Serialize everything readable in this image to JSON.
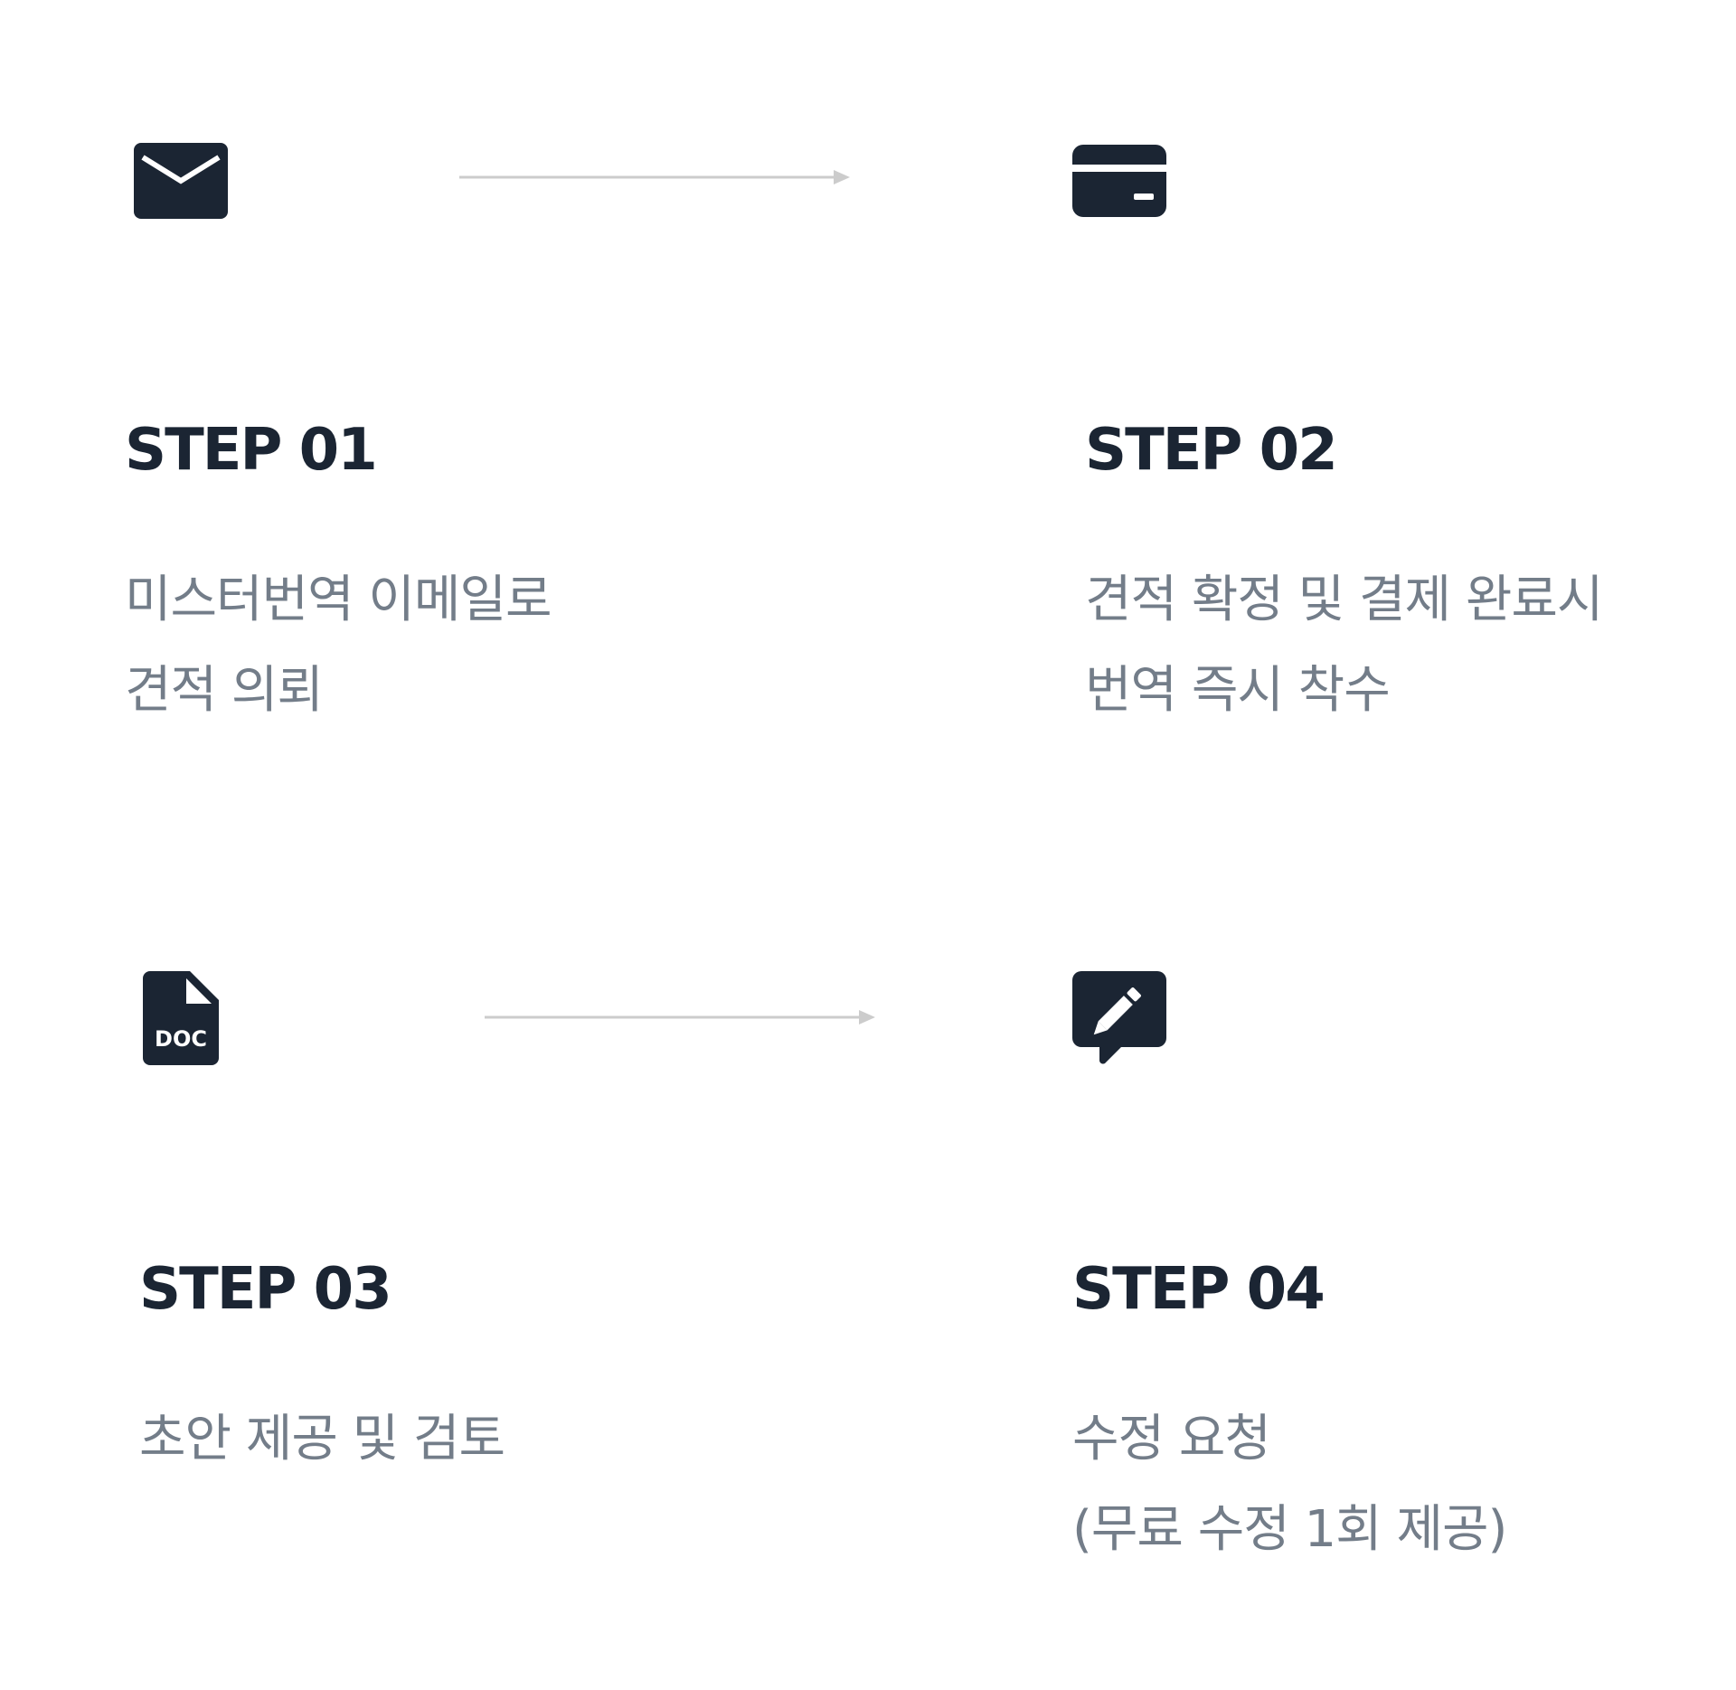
{
  "colors": {
    "icon": "#1b2533",
    "title": "#1b2533",
    "description": "#737d89",
    "arrow": "#cccccc",
    "background": "#ffffff"
  },
  "steps": [
    {
      "icon": "envelope-icon",
      "title": "STEP 01",
      "lines": [
        "미스터번역 이메일로",
        "견적 의뢰"
      ]
    },
    {
      "icon": "credit-card-icon",
      "title": "STEP 02",
      "lines": [
        "견적 확정 및 결제 완료시",
        "번역 즉시 착수"
      ]
    },
    {
      "icon": "doc-file-icon",
      "title": "STEP 03",
      "icon_label": "DOC",
      "lines": [
        "초안 제공 및 검토"
      ]
    },
    {
      "icon": "edit-comment-icon",
      "title": "STEP 04",
      "lines": [
        "수정 요청",
        "(무료 수정 1회 제공)"
      ]
    }
  ]
}
